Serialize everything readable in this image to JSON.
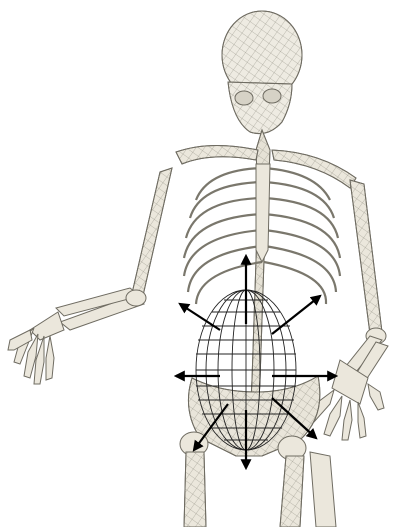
{
  "scene": {
    "subject": "skeleton-wireframe-model",
    "overlay": "abdominal-wireframe-ellipsoid",
    "arrows": [
      "up",
      "up-right",
      "right",
      "down-right",
      "down",
      "down-left",
      "left",
      "up-left"
    ]
  },
  "colors": {
    "background": "#ffffff",
    "bone_fill": "#ece9df",
    "bone_stroke": "#7a776c",
    "wire": "#222222",
    "arrow": "#000000"
  }
}
